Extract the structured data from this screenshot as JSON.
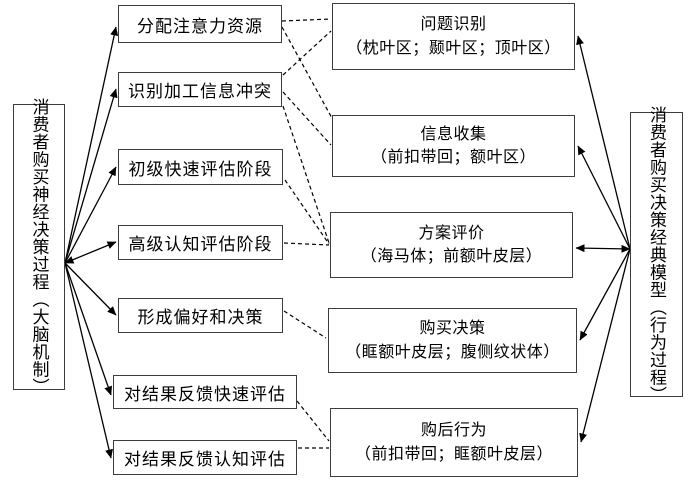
{
  "panels": {
    "left": {
      "text": "消费者购买神经决策过程（大脑机制）"
    },
    "right": {
      "text": "消费者购买决策经典模型（行为过程）"
    }
  },
  "left_boxes": [
    {
      "label": "分配注意力资源"
    },
    {
      "label": "识别加工信息冲突"
    },
    {
      "label": "初级快速评估阶段"
    },
    {
      "label": "高级认知评估阶段"
    },
    {
      "label": "形成偏好和决策"
    },
    {
      "label": "对结果反馈快速评估"
    },
    {
      "label": "对结果反馈认知评估"
    }
  ],
  "right_boxes": [
    {
      "title": "问题识别",
      "regions": "（枕叶区；颞叶区；顶叶区）"
    },
    {
      "title": "信息收集",
      "regions": "（前扣带回；额叶区）"
    },
    {
      "title": "方案评价",
      "regions": "（海马体；前额叶皮层）"
    },
    {
      "title": "购买决策",
      "regions": "（眶额叶皮层；腹侧纹状体）"
    },
    {
      "title": "购后行为",
      "regions": "（前扣带回；眶额叶皮层）"
    }
  ],
  "connections": {
    "solid_left": [
      {
        "from": "消费者购买神经决策过程（大脑机制）",
        "to": "分配注意力资源"
      },
      {
        "from": "消费者购买神经决策过程（大脑机制）",
        "to": "识别加工信息冲突"
      },
      {
        "from": "消费者购买神经决策过程（大脑机制）",
        "to": "初级快速评估阶段"
      },
      {
        "from": "消费者购买神经决策过程（大脑机制）",
        "to": "高级认知评估阶段"
      },
      {
        "from": "消费者购买神经决策过程（大脑机制）",
        "to": "形成偏好和决策"
      },
      {
        "from": "消费者购买神经决策过程（大脑机制）",
        "to": "对结果反馈快速评估"
      },
      {
        "from": "消费者购买神经决策过程（大脑机制）",
        "to": "对结果反馈认知评估"
      }
    ],
    "solid_right": [
      {
        "from": "消费者购买决策经典模型（行为过程）",
        "to": "问题识别"
      },
      {
        "from": "消费者购买决策经典模型（行为过程）",
        "to": "信息收集"
      },
      {
        "from": "消费者购买决策经典模型（行为过程）",
        "to": "方案评价"
      },
      {
        "from": "消费者购买决策经典模型（行为过程）",
        "to": "购买决策"
      },
      {
        "from": "消费者购买决策经典模型（行为过程）",
        "to": "购后行为"
      }
    ],
    "dashed": [
      {
        "from": "分配注意力资源",
        "to": "问题识别"
      },
      {
        "from": "分配注意力资源",
        "to": "信息收集"
      },
      {
        "from": "识别加工信息冲突",
        "to": "问题识别"
      },
      {
        "from": "识别加工信息冲突",
        "to": "信息收集"
      },
      {
        "from": "识别加工信息冲突",
        "to": "方案评价"
      },
      {
        "from": "初级快速评估阶段",
        "to": "方案评价"
      },
      {
        "from": "高级认知评估阶段",
        "to": "方案评价"
      },
      {
        "from": "形成偏好和决策",
        "to": "购买决策"
      },
      {
        "from": "对结果反馈快速评估",
        "to": "购后行为"
      },
      {
        "from": "对结果反馈认知评估",
        "to": "购后行为"
      }
    ]
  },
  "colors": {
    "line": "#000000",
    "box_border": "#3d3d3d",
    "background": "#ffffff"
  }
}
